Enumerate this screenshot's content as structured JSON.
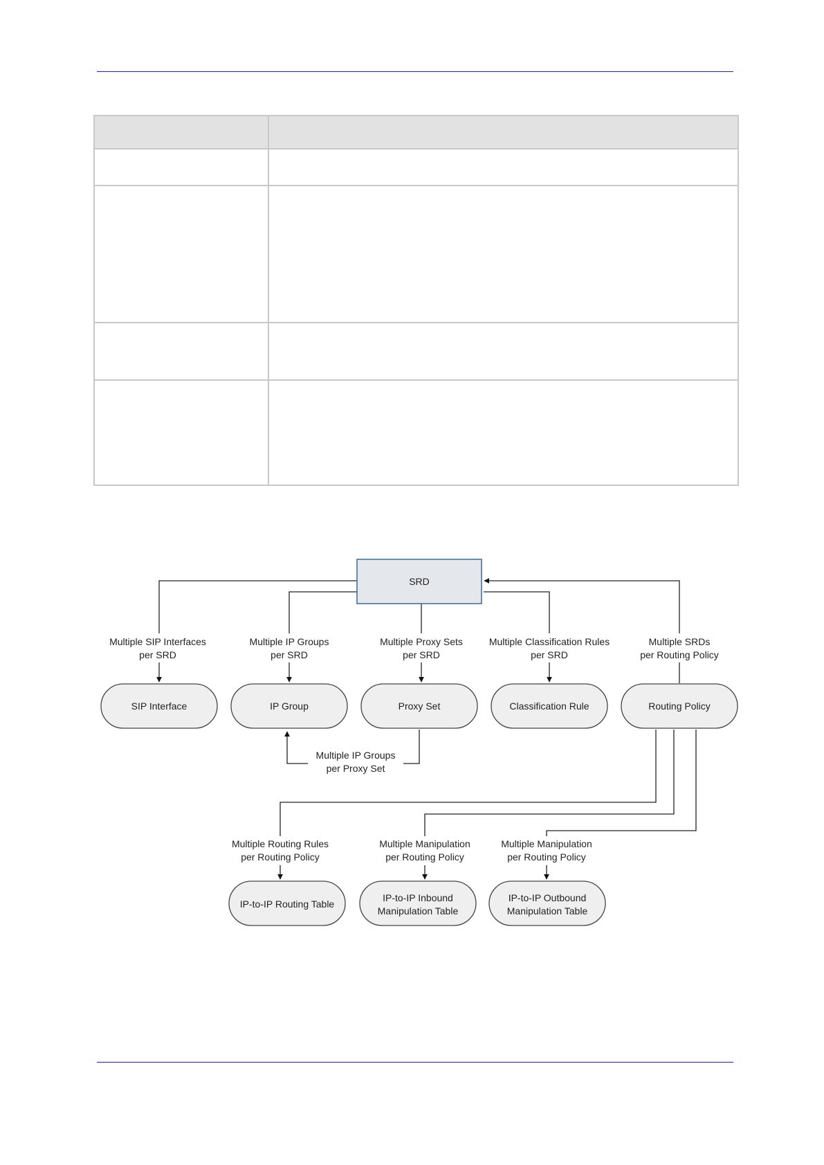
{
  "diagram": {
    "root": "SRD",
    "nodes": {
      "sip_interface": "SIP Interface",
      "ip_group": "IP Group",
      "proxy_set": "Proxy Set",
      "classification_rule": "Classification Rule",
      "routing_policy": "Routing Policy",
      "routing_table": [
        "IP-to-IP Routing Table"
      ],
      "inbound_table": [
        "IP-to-IP Inbound",
        "Manipulation Table"
      ],
      "outbound_table": [
        "IP-to-IP Outbound",
        "Manipulation Table"
      ]
    },
    "edge_labels": {
      "sip_interfaces": [
        "Multiple SIP Interfaces",
        "per SRD"
      ],
      "ip_groups": [
        "Multiple IP Groups",
        "per SRD"
      ],
      "proxy_sets": [
        "Multiple Proxy Sets",
        "per SRD"
      ],
      "classification_rules": [
        "Multiple Classification Rules",
        "per SRD"
      ],
      "srds": [
        "Multiple SRDs",
        "per Routing Policy"
      ],
      "ip_groups_per_proxy": [
        "Multiple IP Groups",
        "per Proxy Set"
      ],
      "routing_rules": [
        "Multiple Routing Rules",
        "per Routing Policy"
      ],
      "inbound_manipulation": [
        "Multiple Manipulation",
        "per Routing Policy"
      ],
      "outbound_manipulation": [
        "Multiple Manipulation",
        "per Routing Policy"
      ]
    }
  }
}
